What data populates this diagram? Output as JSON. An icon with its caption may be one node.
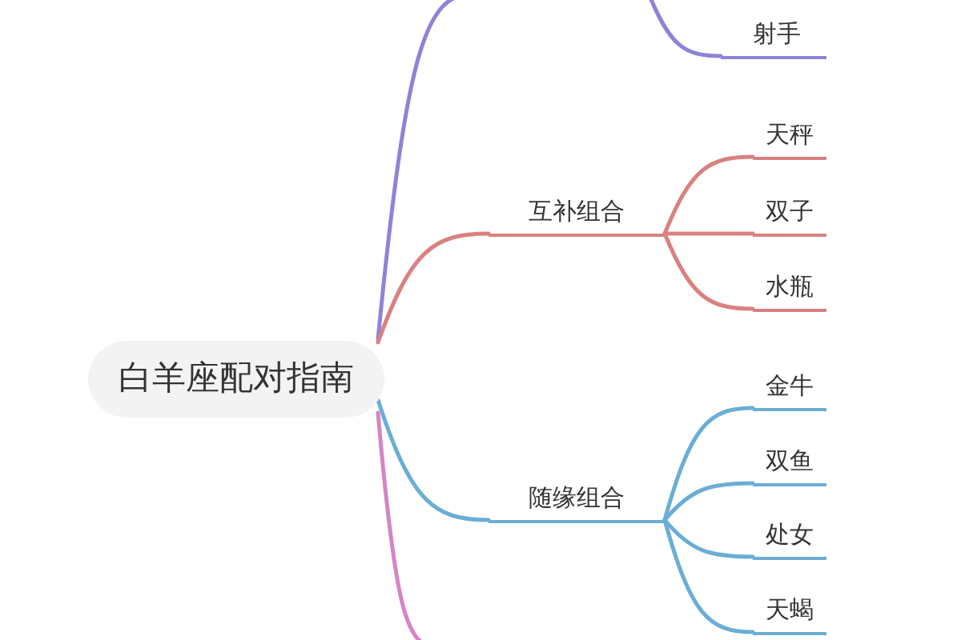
{
  "diagram": {
    "nodes": [
      {
        "text": [
          "白羊座配对指南"
        ]
      },
      {
        "text": [
          "射手"
        ]
      },
      {
        "text": [
          "互补组合"
        ]
      },
      {
        "text": [
          "天秤"
        ]
      },
      {
        "text": [
          "双子"
        ]
      },
      {
        "text": [
          "水瓶"
        ]
      },
      {
        "text": [
          "随缘组合"
        ]
      },
      {
        "text": [
          "金牛"
        ]
      },
      {
        "text": [
          "双鱼"
        ]
      },
      {
        "text": [
          "处女"
        ]
      },
      {
        "text": [
          "天蝎"
        ]
      }
    ],
    "edges": [
      {
        "from": 0,
        "to": null,
        "arrow": "none",
        "color": "#8d84d8"
      },
      {
        "from": null,
        "to": 1,
        "arrow": "none",
        "color": "#8d84d8"
      },
      {
        "from": 0,
        "to": 2,
        "arrow": "none",
        "color": "#d9817f"
      },
      {
        "from": 2,
        "to": 3,
        "arrow": "none",
        "color": "#d9817f"
      },
      {
        "from": 2,
        "to": 4,
        "arrow": "none",
        "color": "#d9817f"
      },
      {
        "from": 2,
        "to": 5,
        "arrow": "none",
        "color": "#d9817f"
      },
      {
        "from": 0,
        "to": 6,
        "arrow": "none",
        "color": "#6aaed6"
      },
      {
        "from": 6,
        "to": 7,
        "arrow": "none",
        "color": "#6aaed6"
      },
      {
        "from": 6,
        "to": 8,
        "arrow": "none",
        "color": "#6aaed6"
      },
      {
        "from": 6,
        "to": 9,
        "arrow": "none",
        "color": "#6aaed6"
      },
      {
        "from": 6,
        "to": 10,
        "arrow": "none",
        "color": "#6aaed6"
      },
      {
        "from": 0,
        "to": null,
        "arrow": "none",
        "color": "#d584c6"
      }
    ]
  }
}
